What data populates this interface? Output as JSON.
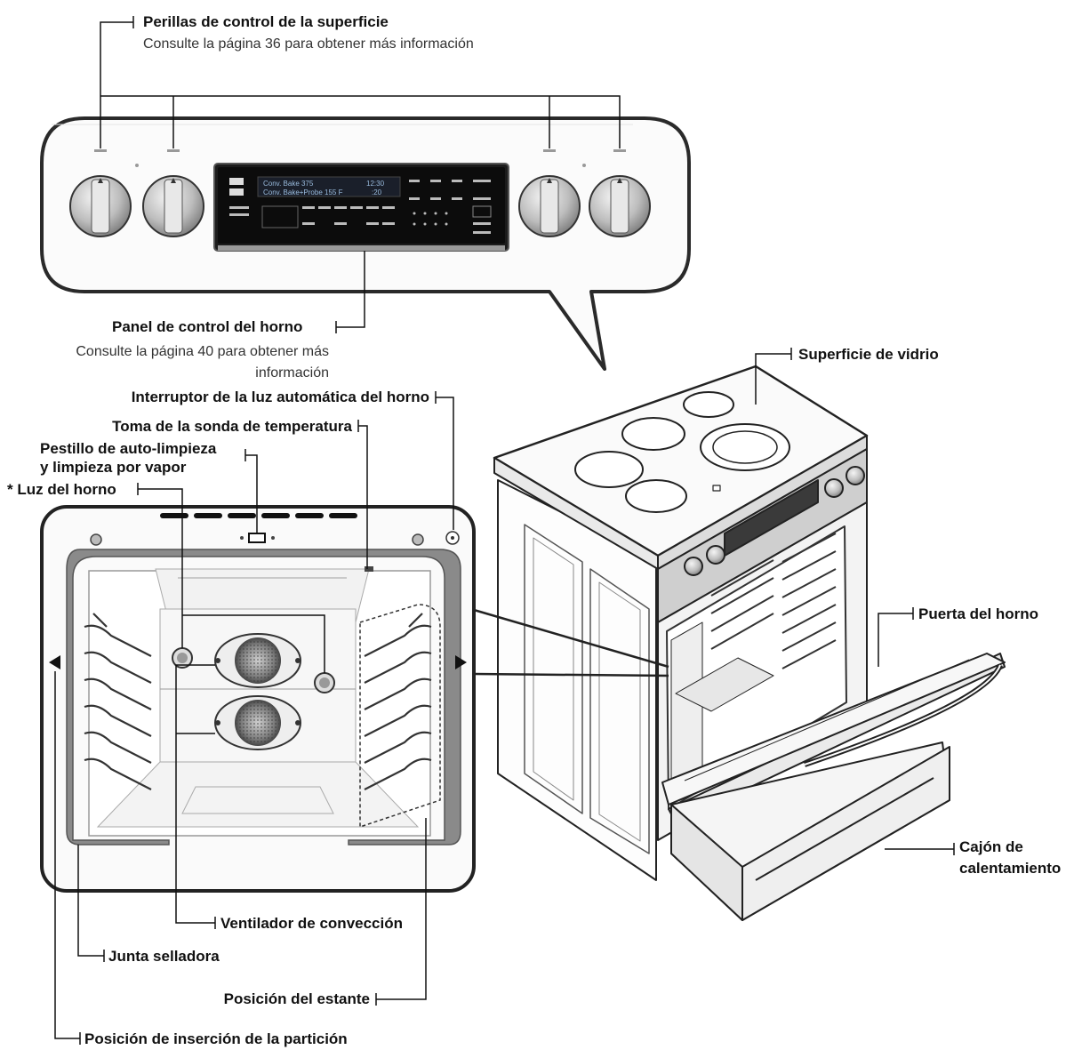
{
  "labels": {
    "surface_knobs": "Perillas de control de la superficie",
    "surface_knobs_note": "Consulte la página 36 para obtener más información",
    "control_panel": "Panel de control del horno",
    "control_panel_note_1": "Consulte la página 40 para obtener más",
    "control_panel_note_2": "información",
    "glass_top": "Superficie de vidrio",
    "auto_light_switch": "Interruptor de la luz automática del horno",
    "probe_jack": "Toma de la sonda de temperatura",
    "latch_1": "Pestillo de auto-limpieza",
    "latch_2": "y limpieza por vapor",
    "oven_light": "* Luz del horno",
    "oven_door": "Puerta del horno",
    "warming_drawer_1": "Cajón de",
    "warming_drawer_2": "calentamiento",
    "convection_fan": "Ventilador de convección",
    "gasket": "Junta selladora",
    "rack_position": "Posición del estante",
    "divider_insert": "Posición de inserción de la partición"
  },
  "display": {
    "line1": "Conv. Bake  375",
    "line2": "Conv. Bake+Probe 155 F",
    "time1": "12:30",
    "time2": ":20"
  }
}
